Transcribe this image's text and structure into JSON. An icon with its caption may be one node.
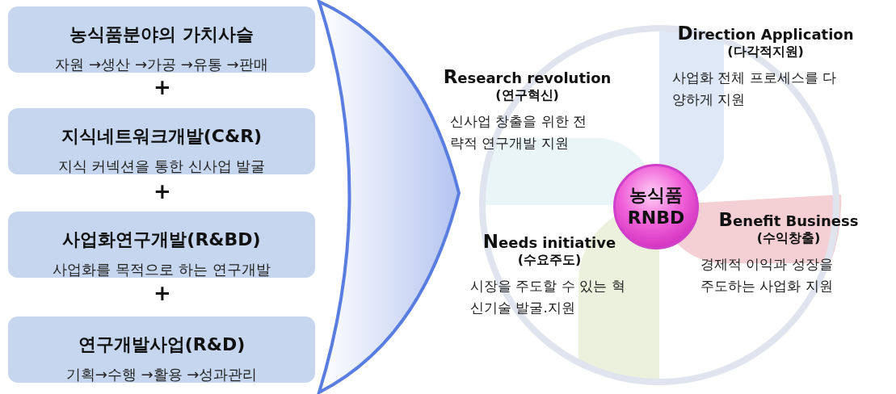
{
  "diagram": {
    "nodes": [
      {
        "text": [
          "농식품분야의 가치사슬",
          "자원 →생산 →가공 →유통 →판매"
        ]
      },
      {
        "text": [
          "지식네트워크개발(C&R)",
          "지식 커넥션을 통한 신사업 발굴"
        ]
      },
      {
        "text": [
          "사업화연구개발(R&BD)",
          "사업화를 목적으로 하는 연구개발"
        ]
      },
      {
        "text": [
          "연구개발사업(R&D)",
          "기획→수행 →활용 →성과관리"
        ]
      },
      {
        "text": [],
        "shape": "circle"
      },
      {
        "text": [
          "Research revolution",
          "(연구혁신)",
          "신사업 창출을 위한 전략적 연구개발 지원"
        ]
      },
      {
        "text": [
          "Direction Application",
          "(다각적지원)",
          "사업화 전체 프로세스를 다양하게 지원"
        ]
      },
      {
        "text": [
          "Needs initiative",
          "(수요주도)",
          "시장을 주도할 수 있는 혁신기술 발굴.지원"
        ]
      },
      {
        "text": [
          "Benefit Business",
          "(수익창출)",
          "경제적 이익과 성장을 주도하는 사업화 지원"
        ]
      },
      {
        "text": [
          "농식품 RNBD"
        ],
        "in": 4
      }
    ],
    "edges": [
      {
        "from": null,
        "to": 4,
        "arrow": "to"
      }
    ],
    "labels": [
      "+",
      "+",
      "+"
    ]
  }
}
